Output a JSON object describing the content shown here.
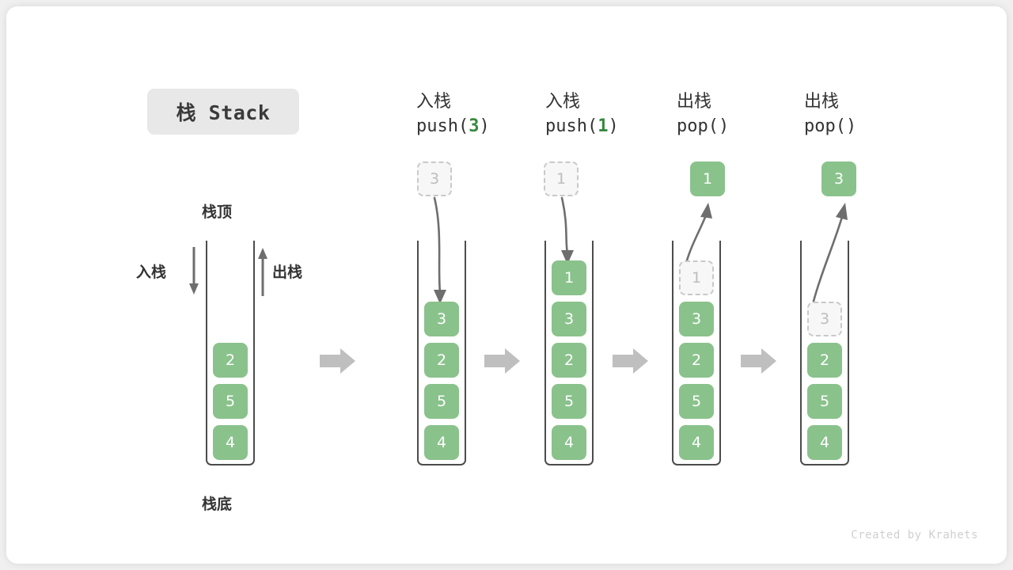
{
  "title": {
    "text": "栈 Stack"
  },
  "credit": {
    "text": "Created by Krahets"
  },
  "colors": {
    "element_green": "#8ac28c",
    "accent_green_text": "#38883f",
    "ghost_fill": "#f7f7f7",
    "ghost_border": "#c9c9c9",
    "container_border": "#4c4c4c",
    "arrow_gray": "#6e6e6e",
    "step_arrow_gray": "#bfbfbf",
    "chip_bg": "#e8e8e8",
    "card_bg": "#ffffff",
    "page_bg": "#f0f0f0"
  },
  "legend": {
    "top_label": "栈顶",
    "bottom_label": "栈底",
    "push_label": "入栈",
    "pop_label": "出栈"
  },
  "steps": [
    {
      "id": "initial",
      "head_cn": "",
      "head_code": "",
      "head_code_num": "",
      "stack": [
        "2",
        "5",
        "4"
      ],
      "ghost_top": null,
      "floating": null,
      "motion": "none"
    },
    {
      "id": "push-3",
      "head_cn": "入栈",
      "head_code_prefix": "push(",
      "head_code_num": "3",
      "head_code_suffix": ")",
      "stack": [
        "3",
        "2",
        "5",
        "4"
      ],
      "ghost_top": null,
      "ghost_above": "3",
      "floating": null,
      "motion": "push"
    },
    {
      "id": "push-1",
      "head_cn": "入栈",
      "head_code_prefix": "push(",
      "head_code_num": "1",
      "head_code_suffix": ")",
      "stack": [
        "1",
        "3",
        "2",
        "5",
        "4"
      ],
      "ghost_top": null,
      "ghost_above": "1",
      "floating": null,
      "motion": "push"
    },
    {
      "id": "pop-1",
      "head_cn": "出栈",
      "head_code_prefix": "pop(",
      "head_code_num": "",
      "head_code_suffix": ")",
      "stack": [
        "3",
        "2",
        "5",
        "4"
      ],
      "ghost_top": "1",
      "floating": "1",
      "motion": "pop"
    },
    {
      "id": "pop-3",
      "head_cn": "出栈",
      "head_code_prefix": "pop(",
      "head_code_num": "",
      "head_code_suffix": ")",
      "stack": [
        "2",
        "5",
        "4"
      ],
      "ghost_top": "3",
      "floating": "3",
      "motion": "pop"
    }
  ],
  "cells": {
    "initial": {
      "v0": "2",
      "v1": "5",
      "v2": "4"
    },
    "push3": {
      "ghost": "3",
      "v0": "3",
      "v1": "2",
      "v2": "5",
      "v3": "4"
    },
    "push1": {
      "ghost": "1",
      "v0": "1",
      "v1": "3",
      "v2": "2",
      "v3": "5",
      "v4": "4"
    },
    "pop1": {
      "floating": "1",
      "ghost": "1",
      "v0": "3",
      "v1": "2",
      "v2": "5",
      "v3": "4"
    },
    "pop3": {
      "floating": "3",
      "ghost": "3",
      "v0": "2",
      "v1": "5",
      "v2": "4"
    }
  },
  "headers": {
    "push3": {
      "cn": "入栈",
      "pre": "push(",
      "num": "3",
      "post": ")"
    },
    "push1": {
      "cn": "入栈",
      "pre": "push(",
      "num": "1",
      "post": ")"
    },
    "pop1": {
      "cn": "出栈",
      "pre": "pop(",
      "num": "",
      "post": ")"
    },
    "pop3": {
      "cn": "出栈",
      "pre": "pop(",
      "num": "",
      "post": ")"
    }
  }
}
